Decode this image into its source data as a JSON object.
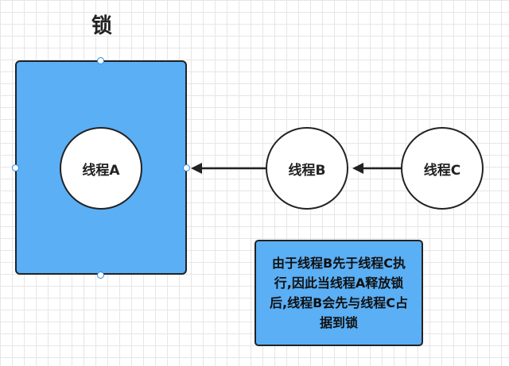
{
  "title": "锁",
  "threads": {
    "a": "线程A",
    "b": "线程B",
    "c": "线程C"
  },
  "note": "由于线程B先于线程C执行,因此当线程A释放锁后,线程B会先与线程C占据到锁"
}
